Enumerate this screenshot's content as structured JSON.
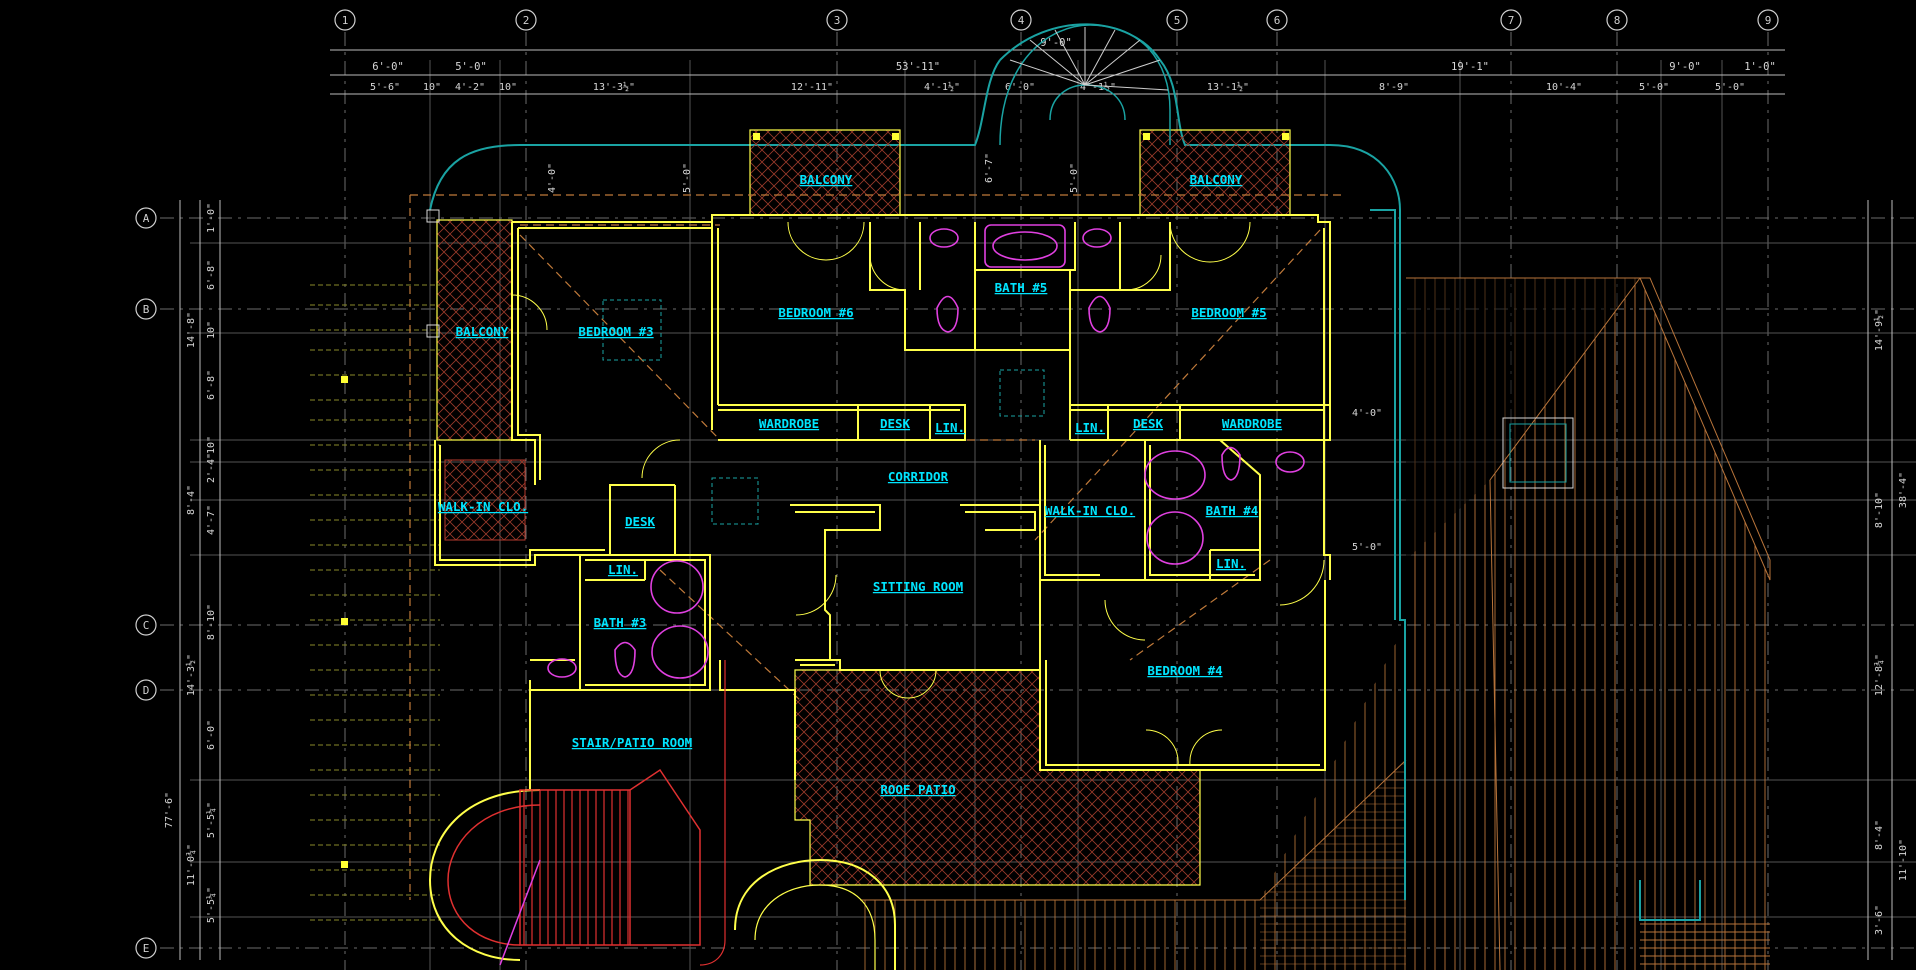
{
  "grid_columns": [
    "1",
    "2",
    "3",
    "4",
    "5",
    "6",
    "7",
    "8",
    "9"
  ],
  "grid_rows": [
    "A",
    "B",
    "C",
    "D",
    "E"
  ],
  "dimensions_top_row1": [
    "6'-0\"",
    "5'-0\"",
    "53'-11\"",
    "9'-0\"",
    "19'-1\"",
    "9'-0\"",
    "1'-0\""
  ],
  "dimensions_top_row2": [
    "5'-6\"",
    "10\"",
    "4'-2\"",
    "10\"",
    "13'-3½\"",
    "12'-11\"",
    "4'-1½\"",
    "6'-0\"",
    "4'-1½\"",
    "13'-1½\"",
    "8'-9\"",
    "10'-4\"",
    "5'-0\"",
    "5'-0\""
  ],
  "dimensions_left": [
    "1'-0\"",
    "6'-8\"",
    "10\"",
    "6'-8\"",
    "14'-8\"",
    "2'-4\"",
    "10\"",
    "4'-7\"",
    "8'-4\"",
    "8'-10\"",
    "14'-3½\"",
    "6'-0\"",
    "5'-5¼\"",
    "11'-0¾\"",
    "5'-5¼\"",
    "77'-6\""
  ],
  "dimensions_right": [
    "14'-9½\"",
    "8'-10\"",
    "38'-4\"",
    "12'-8¾\"",
    "8'-4\"",
    "11'-10\"",
    "3'-6\""
  ],
  "dimensions_interior": [
    "4'-0\"",
    "5'-0\"",
    "6'-7\"",
    "5'-0\"",
    "4'-0\"",
    "5'-0\""
  ],
  "rooms": {
    "balcony_left": "BALCONY",
    "balcony_right": "BALCONY",
    "balcony_west": "BALCONY",
    "bedroom3": "BEDROOM #3",
    "bedroom6": "BEDROOM #6",
    "bath5": "BATH #5",
    "bedroom5": "BEDROOM #5",
    "wardrobe_left": "WARDROBE",
    "desk_left": "DESK",
    "lin_left": "LIN.",
    "lin_right": "LIN.",
    "desk_right": "DESK",
    "wardrobe_right": "WARDROBE",
    "corridor": "CORRIDOR",
    "walkin_left": "WALK-IN CLO.",
    "desk_mid": "DESK",
    "walkin_right": "WALK-IN CLO.",
    "bath4": "BATH #4",
    "lin_bath4": "LIN.",
    "lin_bath3": "LIN.",
    "bath3": "BATH #3",
    "sitting": "SITTING ROOM",
    "bedroom4": "BEDROOM #4",
    "stair_patio": "STAIR/PATIO ROOM",
    "roof_patio": "ROOF PATIO"
  },
  "colors": {
    "background": "#000000",
    "walls": "#ffff4a",
    "labels": "#00e5ff",
    "fixtures": "#e040e0",
    "dimensions": "#d8d8d8",
    "roof": "#c07a3a",
    "outline": "#1aa3a3",
    "hatch": "#b33a2e"
  }
}
